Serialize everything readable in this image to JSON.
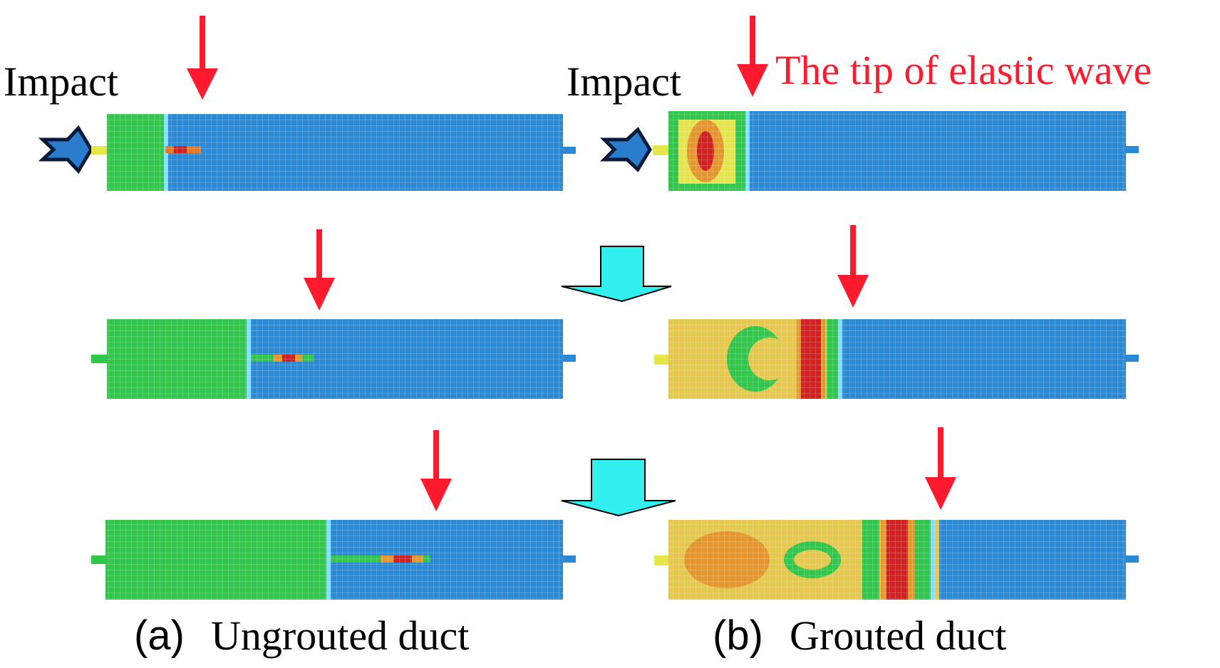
{
  "labels": {
    "impact_left": "Impact",
    "impact_right": "Impact",
    "wave_tip": "The tip of elastic wave",
    "caption_a_letter": "(a)",
    "caption_a_text": "Ungrouted duct",
    "caption_b_letter": "(b)",
    "caption_b_text": "Grouted duct"
  },
  "colors": {
    "red_arrow": "#ff1a2e",
    "step_arrow": "#33f0f0",
    "impact_arrow": "#2a7ccc",
    "mesh_blue": "#2a8ad6",
    "mesh_green": "#2fc84a",
    "hot_red": "#d42020",
    "yellow": "#e6e64a",
    "text_red": "#ff1a2e",
    "text_black": "#000000"
  },
  "panels": [
    {
      "id": "a1",
      "column": "ungrouted",
      "step": 1,
      "wave_front_fraction": 0.13
    },
    {
      "id": "a2",
      "column": "ungrouted",
      "step": 2,
      "wave_front_fraction": 0.31
    },
    {
      "id": "a3",
      "column": "ungrouted",
      "step": 3,
      "wave_front_fraction": 0.49
    },
    {
      "id": "b1",
      "column": "grouted",
      "step": 1,
      "wave_front_fraction": 0.16
    },
    {
      "id": "b2",
      "column": "grouted",
      "step": 2,
      "wave_front_fraction": 0.38
    },
    {
      "id": "b3",
      "column": "grouted",
      "step": 3,
      "wave_front_fraction": 0.6
    }
  ]
}
